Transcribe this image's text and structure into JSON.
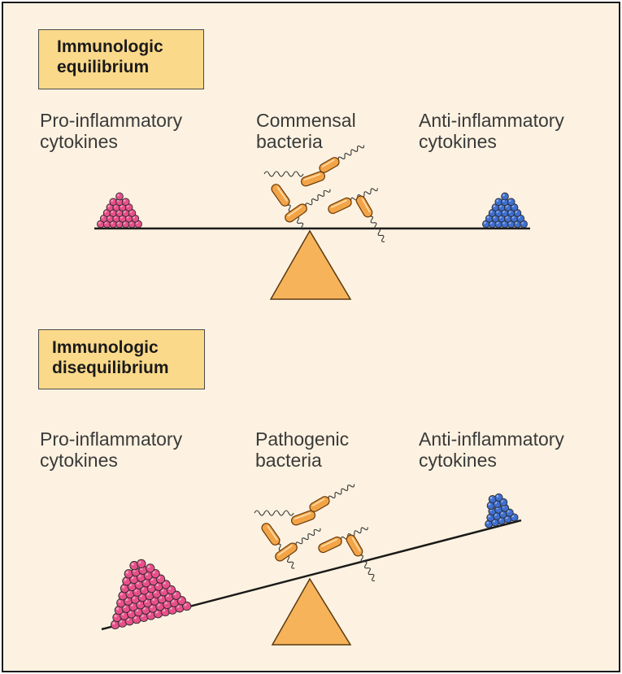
{
  "panels": [
    {
      "title_lines": [
        "Immunologic",
        "equilibrium"
      ],
      "left_label": [
        "Pro-inflammatory",
        "cytokines"
      ],
      "center_label": [
        "Commensal",
        "bacteria"
      ],
      "right_label": [
        "Anti-inflammatory",
        "cytokines"
      ],
      "balance_state": "level"
    },
    {
      "title_lines": [
        "Immunologic",
        "disequilibrium"
      ],
      "left_label": [
        "Pro-inflammatory",
        "cytokines"
      ],
      "center_label": [
        "Pathogenic",
        "bacteria"
      ],
      "right_label": [
        "Anti-inflammatory",
        "cytokines"
      ],
      "balance_state": "tilted toward pro-inflammatory"
    }
  ],
  "colors": {
    "background": "#fdf2e1",
    "title_box": "#fbd98a",
    "fulcrum": "#f7b35a",
    "pro_inflammatory": "#e8508a",
    "anti_inflammatory": "#3f6fd0",
    "bacteria": "#f3a447"
  }
}
